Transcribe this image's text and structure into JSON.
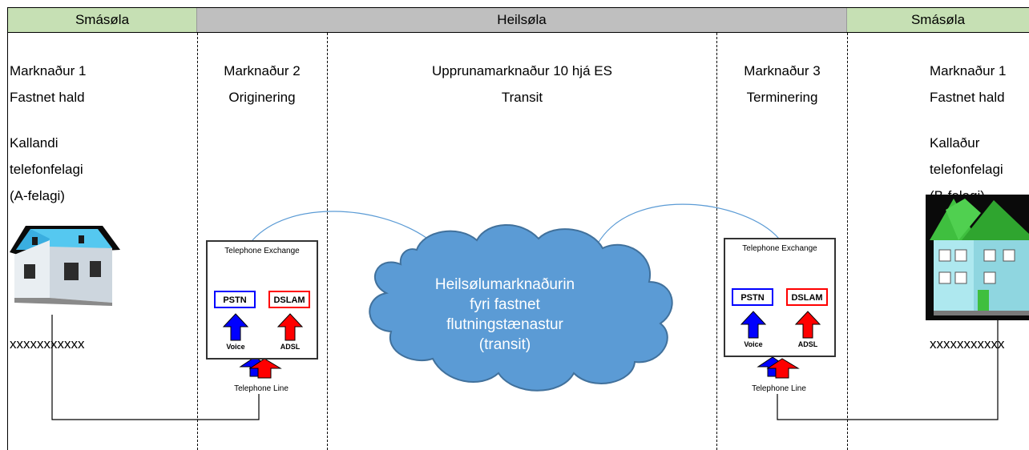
{
  "headers": {
    "left": "Smásøla",
    "middle": "Heilsøla",
    "right": "Smásøla"
  },
  "left_column": {
    "market_title": "Marknaður 1",
    "market_sub": "Fastnet hald",
    "caller_line1": "Kallandi",
    "caller_line2": "telefonfelagi",
    "caller_line3": "(A-felagi)",
    "number": "xxxxxxxxxxx"
  },
  "col2": {
    "title": "Marknaður 2",
    "sub": "Originering"
  },
  "col_mid": {
    "title": "Upprunamarknaður 10 hjá ES",
    "sub": "Transit"
  },
  "col3": {
    "title": "Marknaður 3",
    "sub": "Terminering"
  },
  "right_column": {
    "market_title": "Marknaður 1",
    "market_sub": "Fastnet hald",
    "called_line1": "Kallaður",
    "called_line2": "telefonfelagi",
    "called_line3": "(B-felagi)",
    "number": "xxxxxxxxxxx"
  },
  "exchange_left": {
    "title": "Telephone Exchange",
    "pstn": "PSTN",
    "dslam": "DSLAM",
    "voice": "Voice",
    "adsl": "ADSL",
    "line": "Telephone Line"
  },
  "exchange_right": {
    "title": "Telephone Exchange",
    "pstn": "PSTN",
    "dslam": "DSLAM",
    "voice": "Voice",
    "adsl": "ADSL",
    "line": "Telephone Line"
  },
  "cloud": {
    "line1": "Heilsølumarknaðurin",
    "line2": "fyri fastnet",
    "line3": "flutningstænastur",
    "line4": "(transit)"
  },
  "colors": {
    "header_left": "#c6e0b4",
    "header_middle": "#bfbfbf",
    "header_right": "#c6e0b4",
    "cloud_fill": "#5b9bd5",
    "cloud_stroke": "#41719c",
    "pstn_blue": "#0000ff",
    "dslam_red": "#ff0000"
  }
}
